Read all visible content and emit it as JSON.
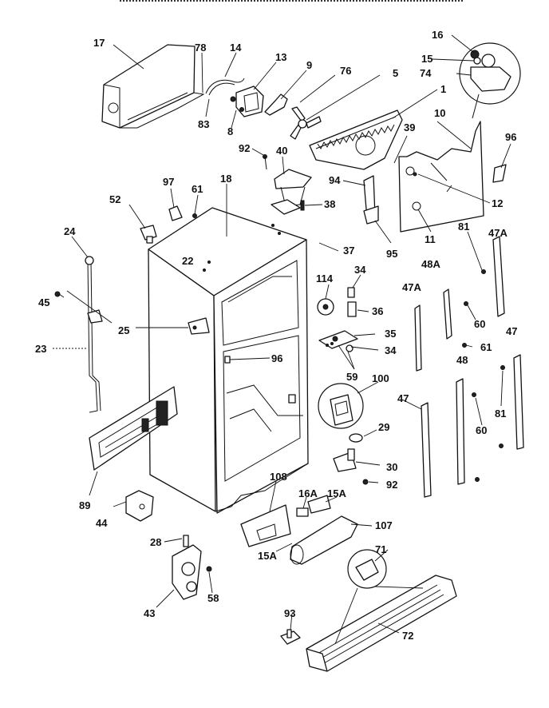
{
  "labels": {
    "l17": "17",
    "l78a": "78",
    "l14": "14",
    "l13": "13",
    "l9": "9",
    "l76": "76",
    "l5": "5",
    "l16": "16",
    "l15": "15",
    "l74": "74",
    "l1": "1",
    "l10": "10",
    "l39": "39",
    "l83": "83",
    "l8": "8",
    "l92a": "92",
    "l40": "40",
    "l96a": "96",
    "l94": "94",
    "l12": "12",
    "l97": "97",
    "l61a": "61",
    "l18": "18",
    "l38": "38",
    "l52": "52",
    "l11": "11",
    "l24": "24",
    "l37": "37",
    "l95": "95",
    "l81a": "81",
    "l47Aa": "47A",
    "l22": "22",
    "l34a": "34",
    "l48Aa": "48A",
    "l114": "114",
    "l45": "45",
    "l36": "36",
    "l47Ab": "47A",
    "l60a": "60",
    "l25": "25",
    "l35": "35",
    "l47a": "47",
    "l23": "23",
    "l96b": "96",
    "l34b": "34",
    "l61b": "61",
    "l59": "59",
    "l48": "48",
    "l100": "100",
    "l81b": "81",
    "l47b": "47",
    "l29": "29",
    "l60b": "60",
    "l30": "30",
    "l89": "89",
    "l92b": "92",
    "l108": "108",
    "l16A": "16A",
    "l15Aa": "15A",
    "l44": "44",
    "l107": "107",
    "l28": "28",
    "l15Ab": "15A",
    "l71": "71",
    "l58": "58",
    "l43": "43",
    "l93": "93",
    "l72": "72"
  }
}
